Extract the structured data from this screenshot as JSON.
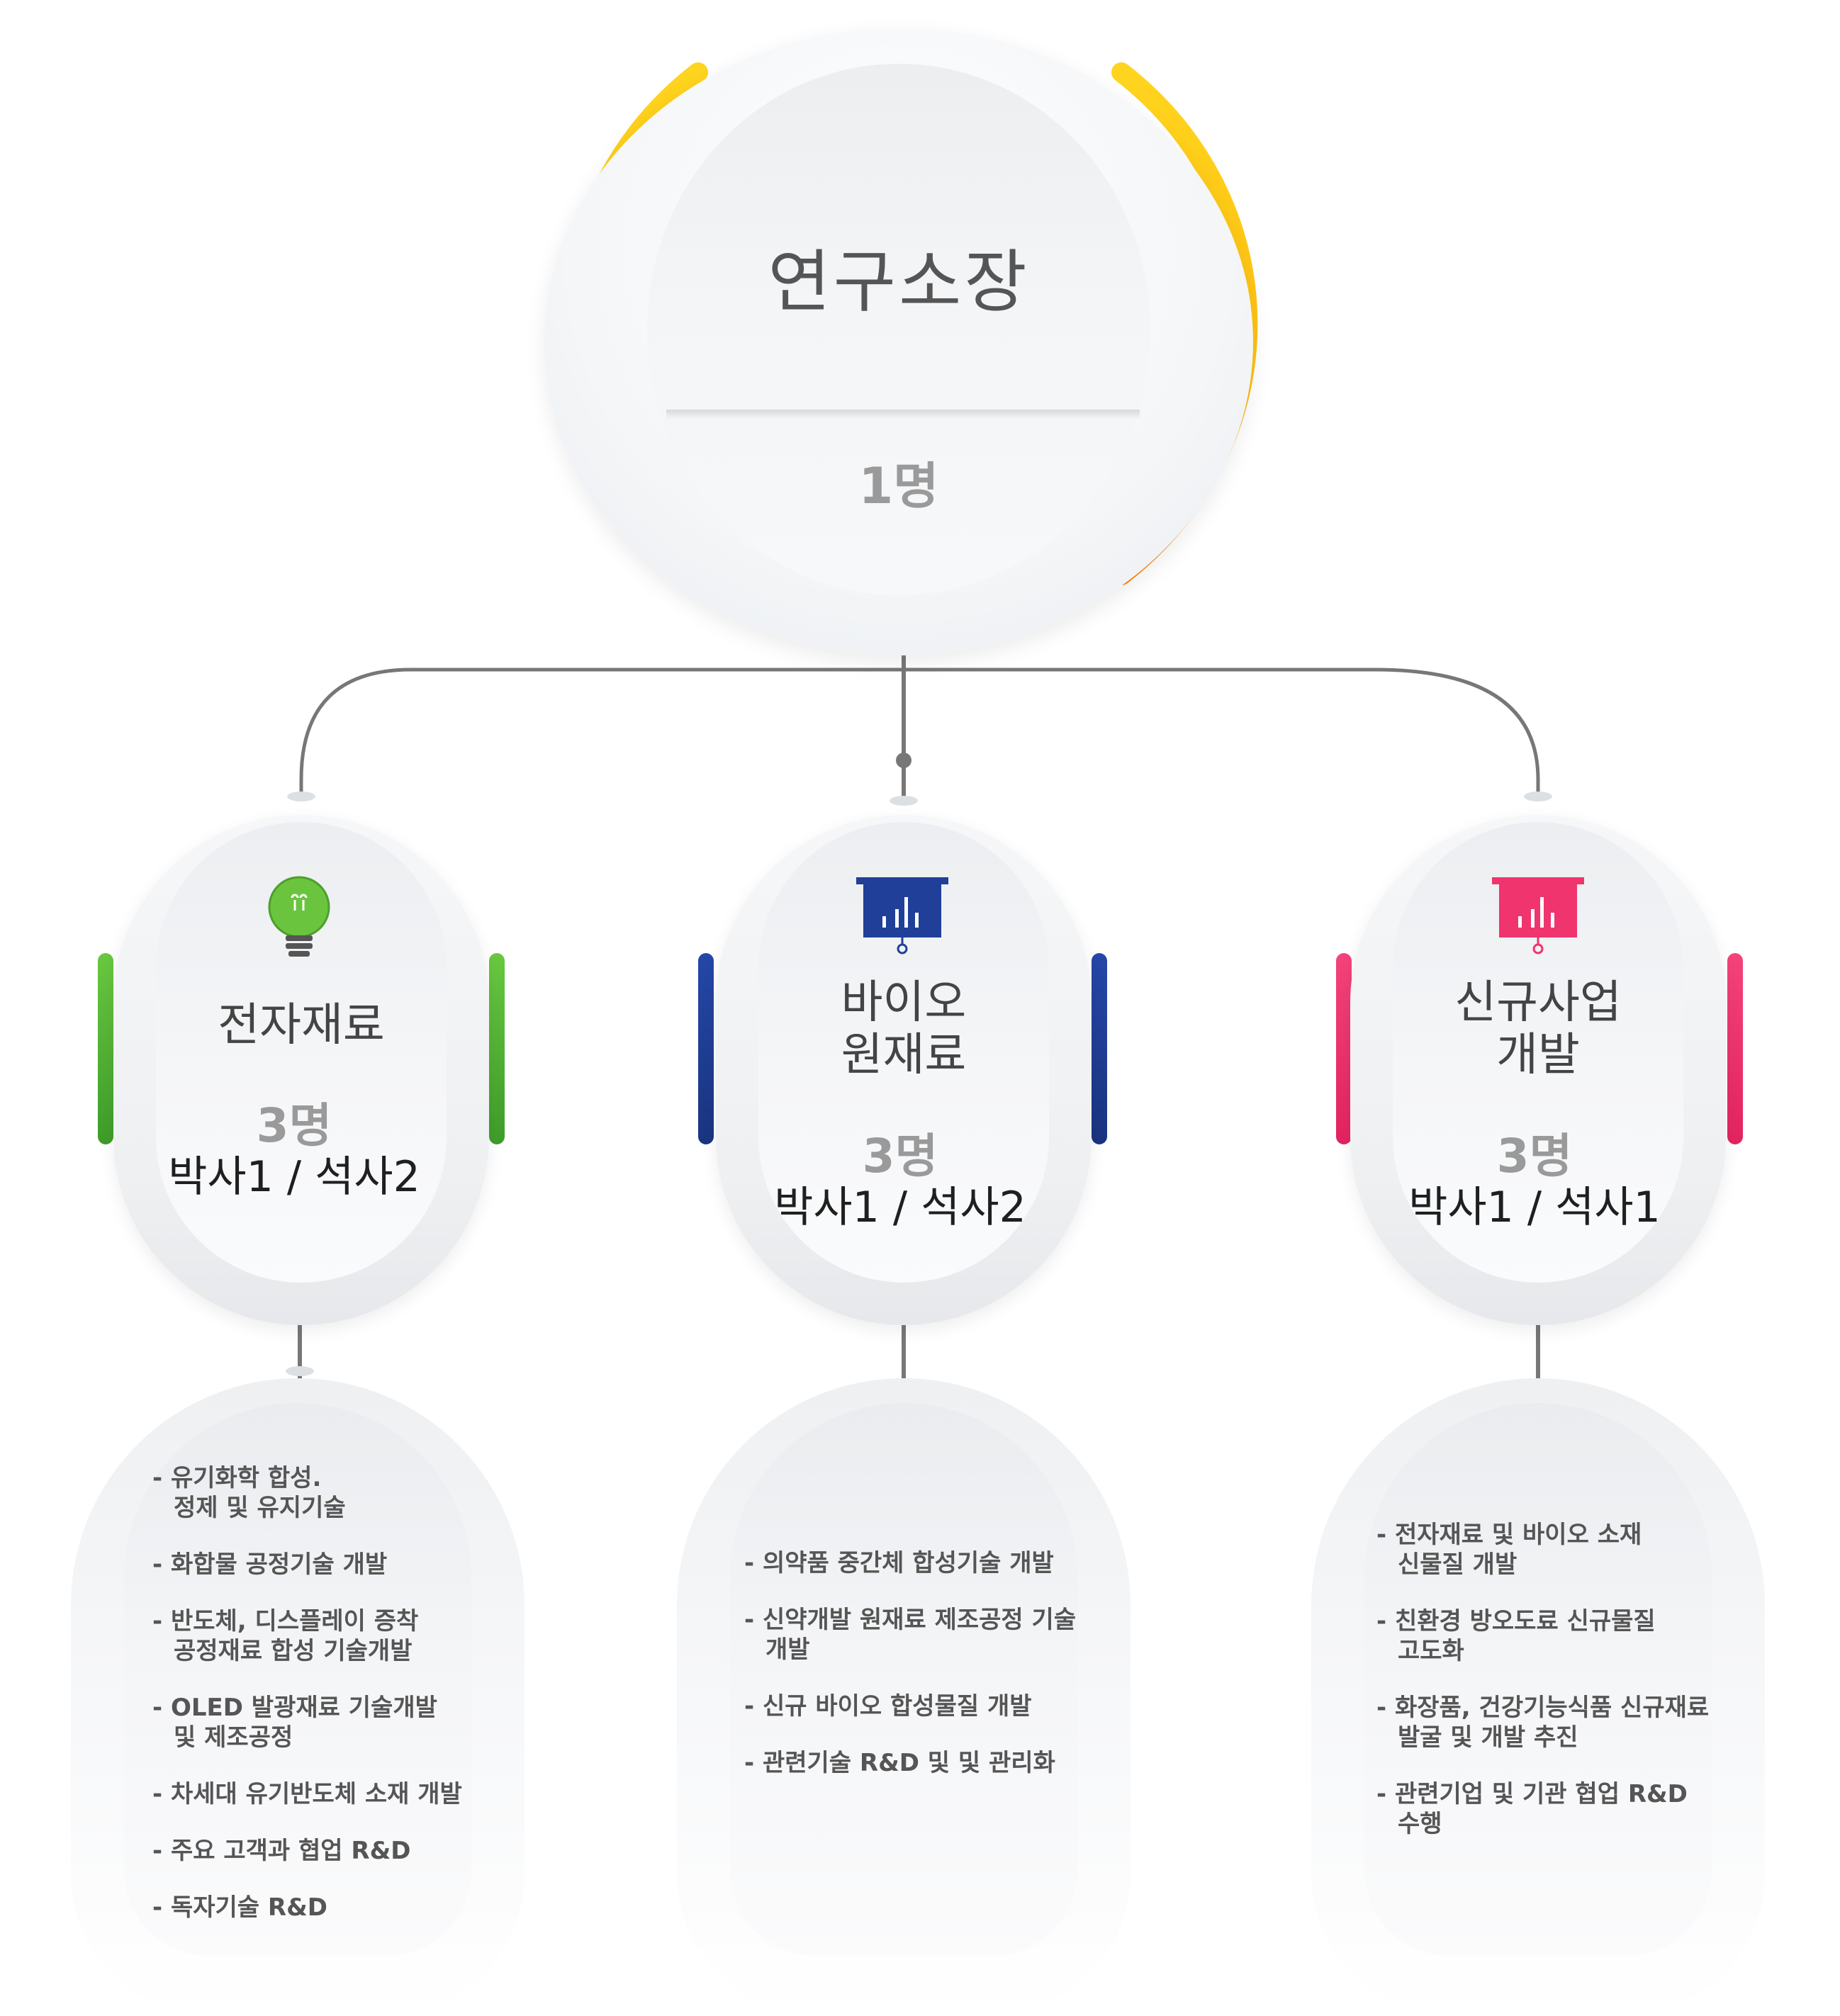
{
  "director": {
    "title": "연구소장",
    "count": "1명"
  },
  "departments": [
    {
      "name": "전자재료",
      "icon": "lightbulb-icon",
      "accent_color": "#55b83c",
      "count": "3명",
      "degrees": "박사1 / 석사2",
      "tasks": [
        "- 유기화학 합성.\n정제 및 유지기술",
        "- 화합물 공정기술 개발",
        "- 반도체, 디스플레이 증착\n공정재료 합성 기술개발",
        "- OLED 발광재료 기술개발\n및 제조공정",
        "- 차세대 유기반도체 소재 개발",
        "- 주요 고객과 협업 R&D",
        "- 독자기술 R&D"
      ]
    },
    {
      "name": "바이오\n원재료",
      "icon": "presentation-board-icon",
      "accent_color": "#1f3f99",
      "count": "3명",
      "degrees": "박사1 / 석사2",
      "tasks": [
        "- 의약품 중간체 합성기술 개발",
        "- 신약개발 원재료 제조공정 기술\n개발",
        "- 신규 바이오 합성물질 개발",
        "- 관련기술 R&D 및 및 관리화"
      ]
    },
    {
      "name": "신규사업\n개발",
      "icon": "presentation-board-icon",
      "accent_color": "#f0346e",
      "count": "3명",
      "degrees": "박사1 / 석사1",
      "tasks": [
        "- 전자재료 및 바이오 소재\n신물질 개발",
        "- 친환경 방오도료 신규물질\n고도화",
        "- 화장품, 건강기능식품 신규재료\n발굴 및 개발 추진",
        "- 관련기업 및 기관 협업 R&D\n수행"
      ]
    }
  ],
  "colors": {
    "ring_top": "#ffd21f",
    "ring_bottom": "#ff8a00",
    "connector": "#777777"
  }
}
